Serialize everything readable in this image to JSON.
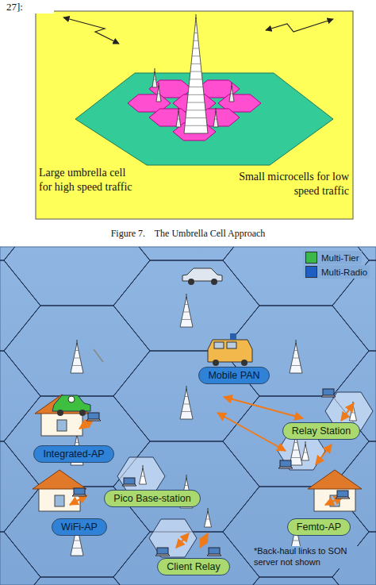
{
  "diagram": {
    "caption": "Figure 7.    The Umbrella Cell Approach",
    "nodes": [
      {
        "text": [
          "Mobile PAN"
        ]
      },
      {
        "text": [
          "Relay Station"
        ]
      },
      {
        "text": [
          "Integrated-AP"
        ]
      },
      {
        "text": [
          "Pico Base-station"
        ]
      },
      {
        "text": [
          "WiFi-AP"
        ]
      },
      {
        "text": [
          "Femto-AP"
        ]
      },
      {
        "text": [
          "Client Relay"
        ]
      }
    ],
    "labels": [
      "27]:",
      "Large umbrella cell for high speed traffic",
      "Small microcells for low speed traffic",
      "*Back-haul links to SON server not shown"
    ],
    "legend": [
      {
        "text": "Multi-Tier",
        "color": "#3cb84a"
      },
      {
        "text": "Multi-Radio",
        "color": "#1f5fc4"
      }
    ]
  }
}
